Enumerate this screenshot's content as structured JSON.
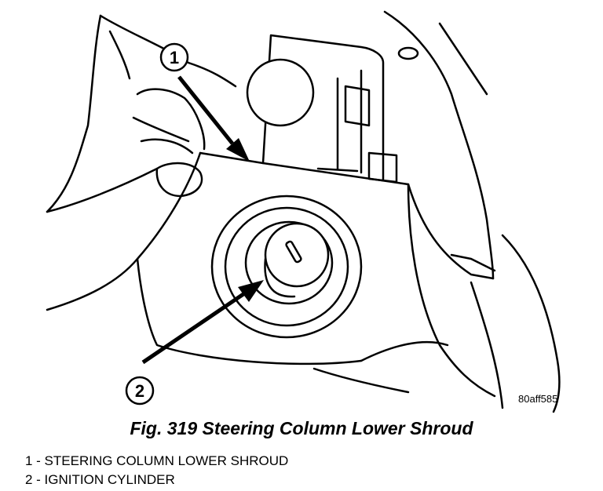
{
  "figure": {
    "caption": "Fig. 319 Steering Column Lower Shroud",
    "reference_code": "80aff585"
  },
  "callouts": [
    {
      "number": "1"
    },
    {
      "number": "2"
    }
  ],
  "legend": [
    {
      "text": "1 - STEERING COLUMN LOWER SHROUD"
    },
    {
      "text": "2 - IGNITION CYLINDER"
    }
  ]
}
